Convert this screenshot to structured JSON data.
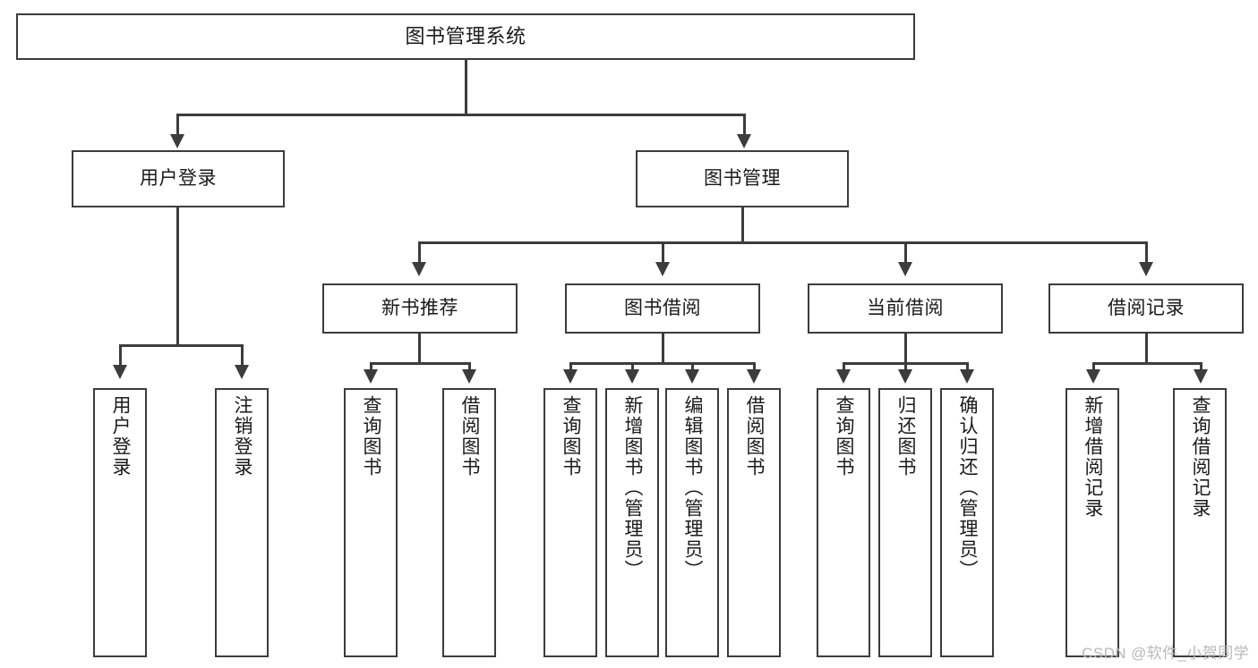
{
  "diagram": {
    "type": "tree",
    "title": "图书管理系统",
    "root": {
      "id": "root",
      "label": "图书管理系统",
      "orientation": "horizontal"
    },
    "level2": [
      {
        "id": "user-login",
        "label": "用户登录",
        "orientation": "horizontal"
      },
      {
        "id": "book-management",
        "label": "图书管理",
        "orientation": "horizontal"
      }
    ],
    "level3": [
      {
        "id": "new-book-recommend",
        "label": "新书推荐",
        "parent": "book-management",
        "orientation": "horizontal"
      },
      {
        "id": "book-borrow",
        "label": "图书借阅",
        "parent": "book-management",
        "orientation": "horizontal"
      },
      {
        "id": "current-borrow",
        "label": "当前借阅",
        "parent": "book-management",
        "orientation": "horizontal"
      },
      {
        "id": "borrow-record",
        "label": "借阅记录",
        "parent": "book-management",
        "orientation": "horizontal"
      }
    ],
    "leaves": [
      {
        "id": "leaf-user-login",
        "label": "用户登录",
        "parent": "user-login",
        "orientation": "vertical"
      },
      {
        "id": "leaf-logout-login",
        "label": "注销登录",
        "parent": "user-login",
        "orientation": "vertical"
      },
      {
        "id": "leaf-query-book-1",
        "label": "查询图书",
        "parent": "new-book-recommend",
        "orientation": "vertical"
      },
      {
        "id": "leaf-borrow-book-1",
        "label": "借阅图书",
        "parent": "new-book-recommend",
        "orientation": "vertical"
      },
      {
        "id": "leaf-query-book-2",
        "label": "查询图书",
        "parent": "book-borrow",
        "orientation": "vertical"
      },
      {
        "id": "leaf-add-book",
        "label": "新增图书（管理员）",
        "parent": "book-borrow",
        "orientation": "vertical"
      },
      {
        "id": "leaf-edit-book",
        "label": "编辑图书（管理员）",
        "parent": "book-borrow",
        "orientation": "vertical"
      },
      {
        "id": "leaf-borrow-book-2",
        "label": "借阅图书",
        "parent": "book-borrow",
        "orientation": "vertical"
      },
      {
        "id": "leaf-query-book-3",
        "label": "查询图书",
        "parent": "current-borrow",
        "orientation": "vertical"
      },
      {
        "id": "leaf-return-book",
        "label": "归还图书",
        "parent": "current-borrow",
        "orientation": "vertical"
      },
      {
        "id": "leaf-confirm-return",
        "label": "确认归还（管理员）",
        "parent": "current-borrow",
        "orientation": "vertical"
      },
      {
        "id": "leaf-add-record",
        "label": "新增借阅记录",
        "parent": "borrow-record",
        "orientation": "vertical"
      },
      {
        "id": "leaf-query-record",
        "label": "查询借阅记录",
        "parent": "borrow-record",
        "orientation": "vertical"
      }
    ],
    "colors": {
      "stroke": "#3c3c3c",
      "fill": "#ffffff",
      "text": "#1a1a1a",
      "watermark": "#b9b9b9"
    }
  },
  "watermark": {
    "text": "CSDN @软件_小贺同学"
  }
}
